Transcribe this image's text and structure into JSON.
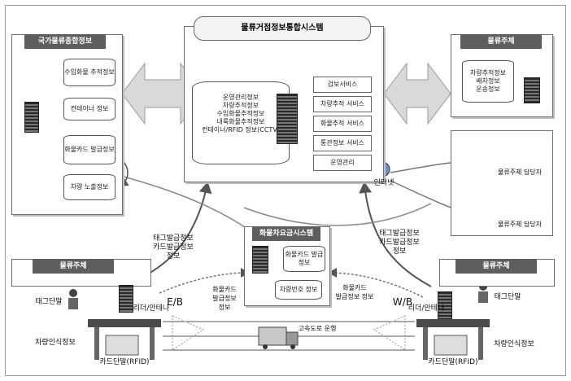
{
  "main_system": {
    "title": "물류거점정보통합시스템"
  },
  "central_db": {
    "items": [
      "운영관리정보",
      "차량추적정보",
      "수입화물추적정보",
      "내륙화물추적정보",
      "컨테이너/RFID 정보(CCTV)"
    ]
  },
  "services": [
    "검보서비스",
    "차량추적 서비스",
    "화물추적 서비스",
    "통관정보 서비스",
    "운영관리"
  ],
  "left_panel": {
    "title": "국가물류종합정보",
    "items": [
      "수입화물 추적정보",
      "컨테이너 정보",
      "화물카드 발급정보",
      "차량 노출정보"
    ]
  },
  "right_panel": {
    "title": "물류주체",
    "items": [
      "차량추적정보",
      "배차정보",
      "운송정보"
    ]
  },
  "users": {
    "internet": "인터넷",
    "user1": "물류주체 담당자",
    "user2": "물류주체 담당자"
  },
  "center": {
    "title": "화물차요금시스템",
    "db1": "화물카드 발급정보",
    "db2": "차량번호 정보"
  },
  "left_gate": {
    "title": "물류주체",
    "tag_reader": "태그단말",
    "reader": "리더/안테나",
    "vehicle": "차량인식정보",
    "card": "카드단말(RFID)"
  },
  "right_gate": {
    "title": "물류주체",
    "tag_reader": "태그단말",
    "reader": "리더/안테나",
    "vehicle": "차량인식정보",
    "card": "카드단말(RFID)"
  },
  "flows": {
    "left_up": "태그발급정보\n카드발급정보\n정보",
    "left_down": "화물카드\n발급정보\n정보",
    "right_up": "태그발급정보\n카드발급정보\n정보",
    "right_down": "화물카드\n발급정보 정보",
    "eb": "E/B",
    "wb": "W/B",
    "highway": "고속도로 운행"
  }
}
